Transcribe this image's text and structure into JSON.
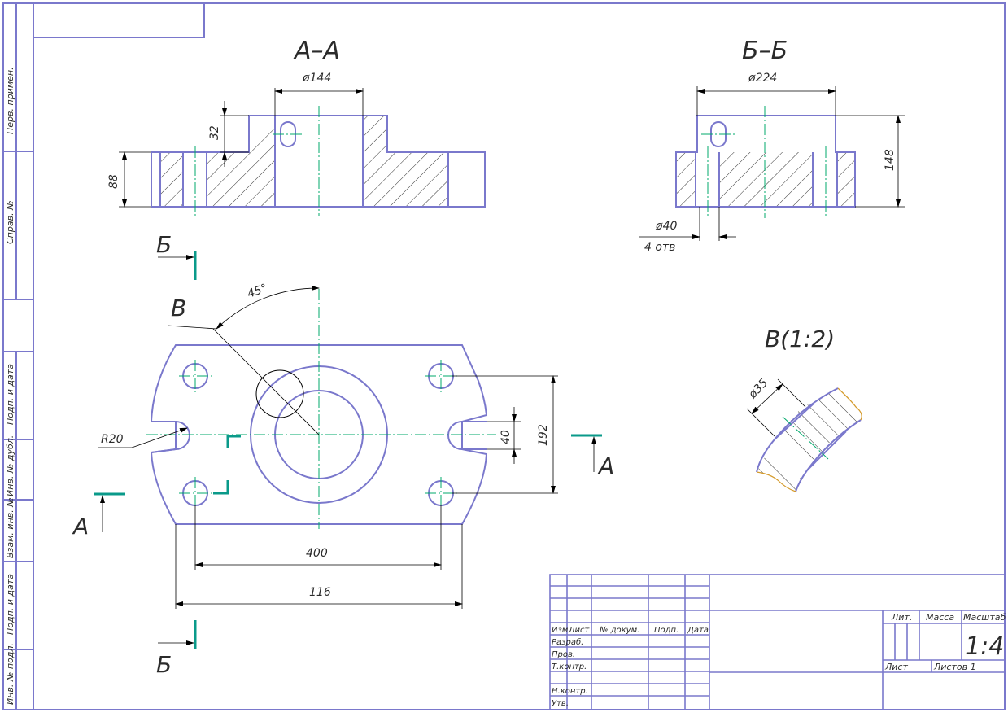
{
  "sections": {
    "aa_title": "А–А",
    "bb_title": "Б–Б",
    "detail_title": "В(1:2)",
    "view_b": "В",
    "label_a_left": "А",
    "label_a_right": "А",
    "label_b_top": "Б",
    "label_b_bottom": "Б"
  },
  "dims": {
    "aa_dia": "ø144",
    "aa_32": "32",
    "aa_88": "88",
    "bb_dia": "ø224",
    "bb_148": "148",
    "bb_hole": "ø40",
    "bb_holes_count": "4 отв",
    "angle": "45°",
    "radius": "R20",
    "d40": "40",
    "d192": "192",
    "d400": "400",
    "d116": "116",
    "detail_dia": "ø35"
  },
  "side_stamp": [
    "Перв. примен.",
    "Справ. №",
    "Подп. и дата",
    "Инв. № дубл.",
    "Взам. инв. №",
    "Подп. и дата",
    "Инв. № подл."
  ],
  "title_block": {
    "header": [
      "Изм.",
      "Лист",
      "№ докум.",
      "Подп.",
      "Дата"
    ],
    "rows": [
      "Разраб.",
      "Пров.",
      "Т.контр.",
      "",
      "Н.контр.",
      "Утв."
    ],
    "lit": "Лит.",
    "mass": "Масса",
    "scale_label": "Масштаб",
    "scale": "1:4",
    "sheet": "Лист",
    "sheets": "Листов 1"
  }
}
